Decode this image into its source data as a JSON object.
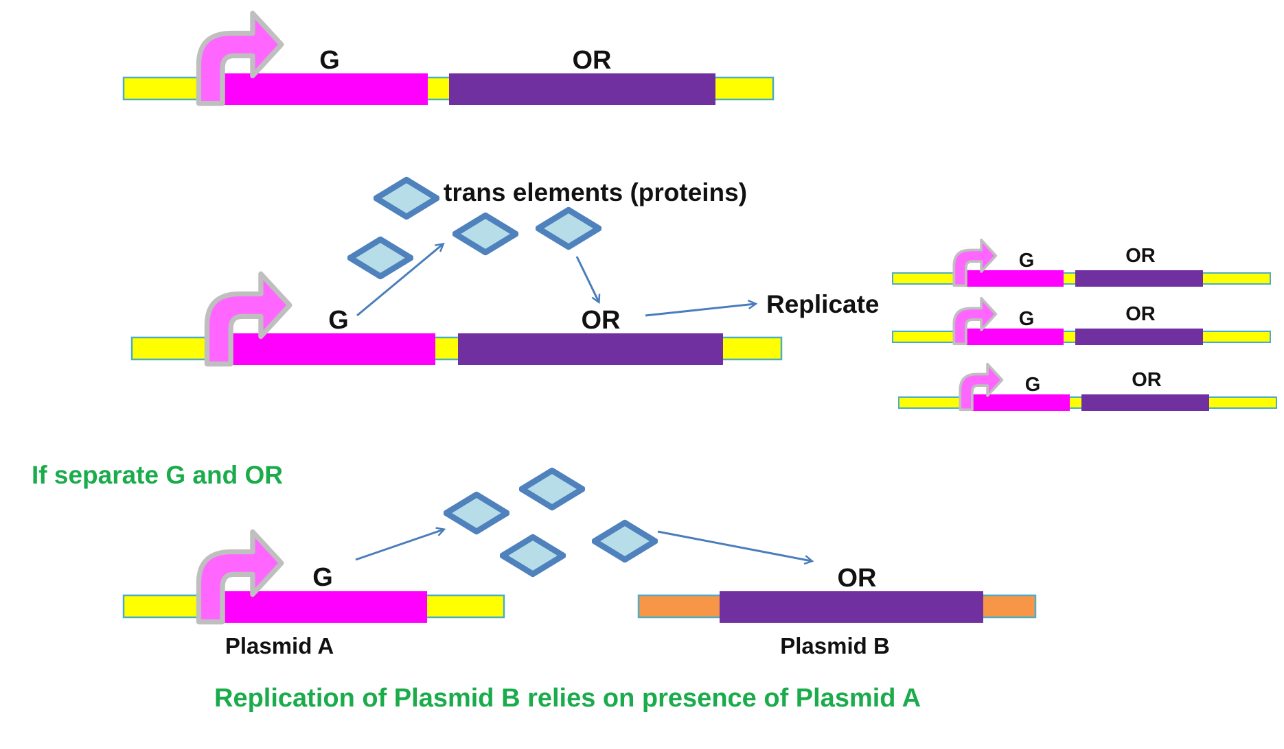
{
  "labels": {
    "gene": "G",
    "origin": "OR",
    "trans_elements": "trans elements (proteins)",
    "replicate": "Replicate",
    "separate_heading": "If separate G and OR",
    "plasmid_a": "Plasmid A",
    "plasmid_b": "Plasmid B",
    "conclusion": "Replication of Plasmid B relies on presence of Plasmid A"
  },
  "colors": {
    "backbone_yellow": "#ffff00",
    "backbone_orange": "#f79646",
    "backbone_border": "#4bacc6",
    "gene_magenta": "#ff00ff",
    "origin_purple": "#7030a0",
    "promoter_arrow": "#ff66ff",
    "promoter_outline": "#bfbfbf",
    "protein_fill": "#b7dde8",
    "protein_border": "#4f81bd",
    "arrow_blue": "#4a7ebb",
    "caption_green": "#1aab4b"
  },
  "icons": {
    "promoter": "bent-arrow-icon",
    "protein": "diamond-icon"
  }
}
